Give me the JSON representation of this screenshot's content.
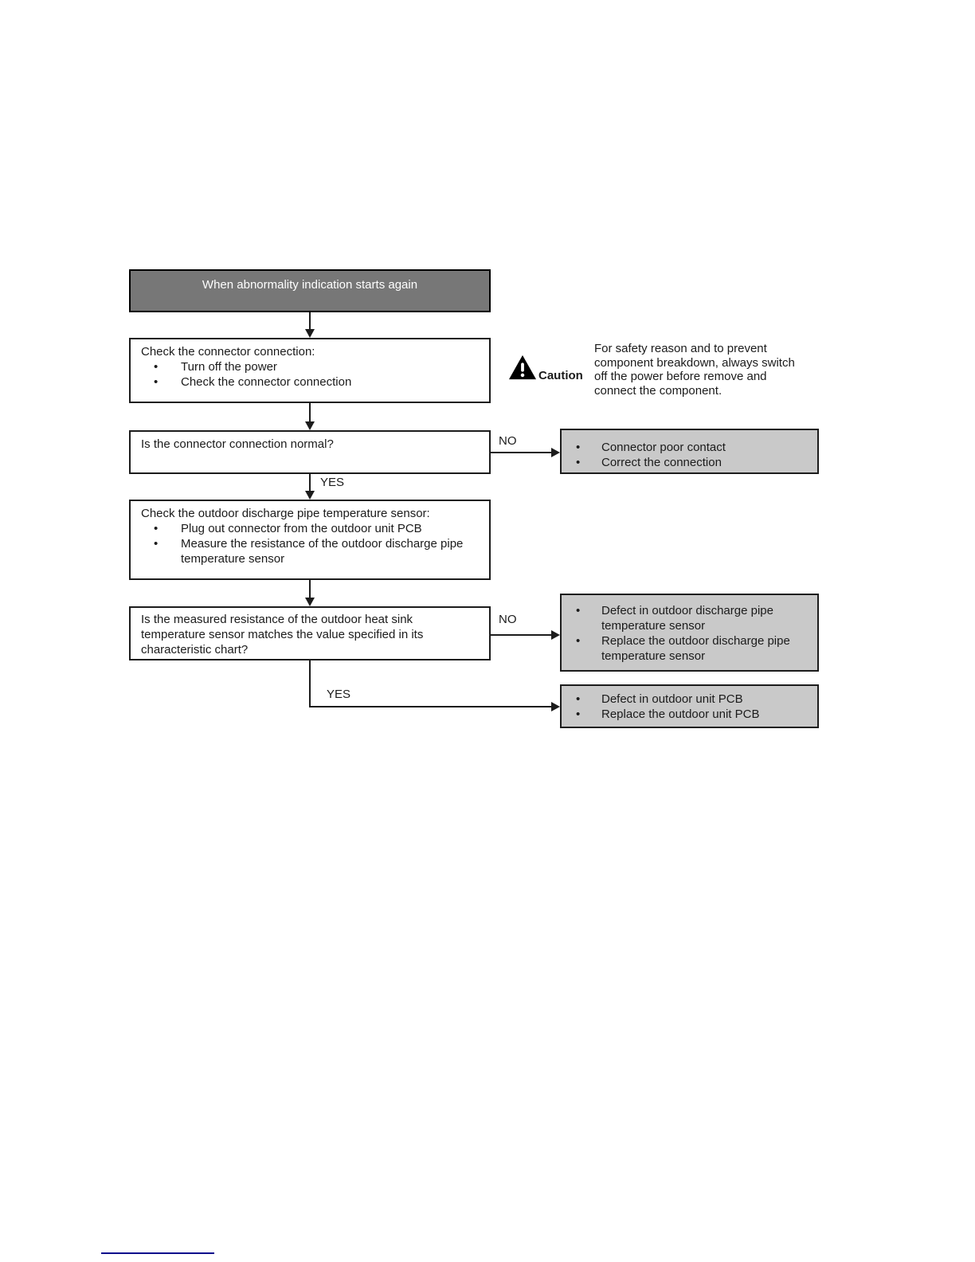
{
  "labels": {
    "yes": "YES",
    "no": "NO"
  },
  "start": {
    "text": "When abnormality indication starts again"
  },
  "steps": {
    "check_connector": {
      "title": "Check the connector connection:",
      "bullets": [
        "Turn off the power",
        "Check the connector connection"
      ]
    },
    "q_connector_normal": {
      "text": "Is the connector connection normal?"
    },
    "check_discharge_sensor": {
      "title": "Check the outdoor discharge pipe temperature sensor:",
      "bullets": [
        "Plug out connector from the outdoor unit PCB",
        "Measure the resistance of the outdoor discharge pipe temperature sensor"
      ]
    },
    "q_resistance_match": {
      "text": "Is the measured resistance of the outdoor heat sink temperature sensor matches the value specified in its characteristic chart?"
    }
  },
  "results": {
    "connector": {
      "bullets": [
        "Connector poor contact",
        "Correct the connection"
      ]
    },
    "discharge_sensor": {
      "bullets": [
        "Defect in outdoor discharge pipe temperature sensor",
        "Replace the outdoor discharge pipe temperature sensor"
      ]
    },
    "pcb": {
      "bullets": [
        "Defect in outdoor unit PCB",
        "Replace the outdoor unit PCB"
      ]
    }
  },
  "caution": {
    "label": "Caution",
    "text": "For safety reason and to prevent component breakdown, always switch off the power before remove and connect the component."
  },
  "colors": {
    "start_box_fill": "#777777",
    "result_box_fill": "#c9c9c9",
    "box_border": "#1c1c1c",
    "footer_rule": "#00008b"
  }
}
